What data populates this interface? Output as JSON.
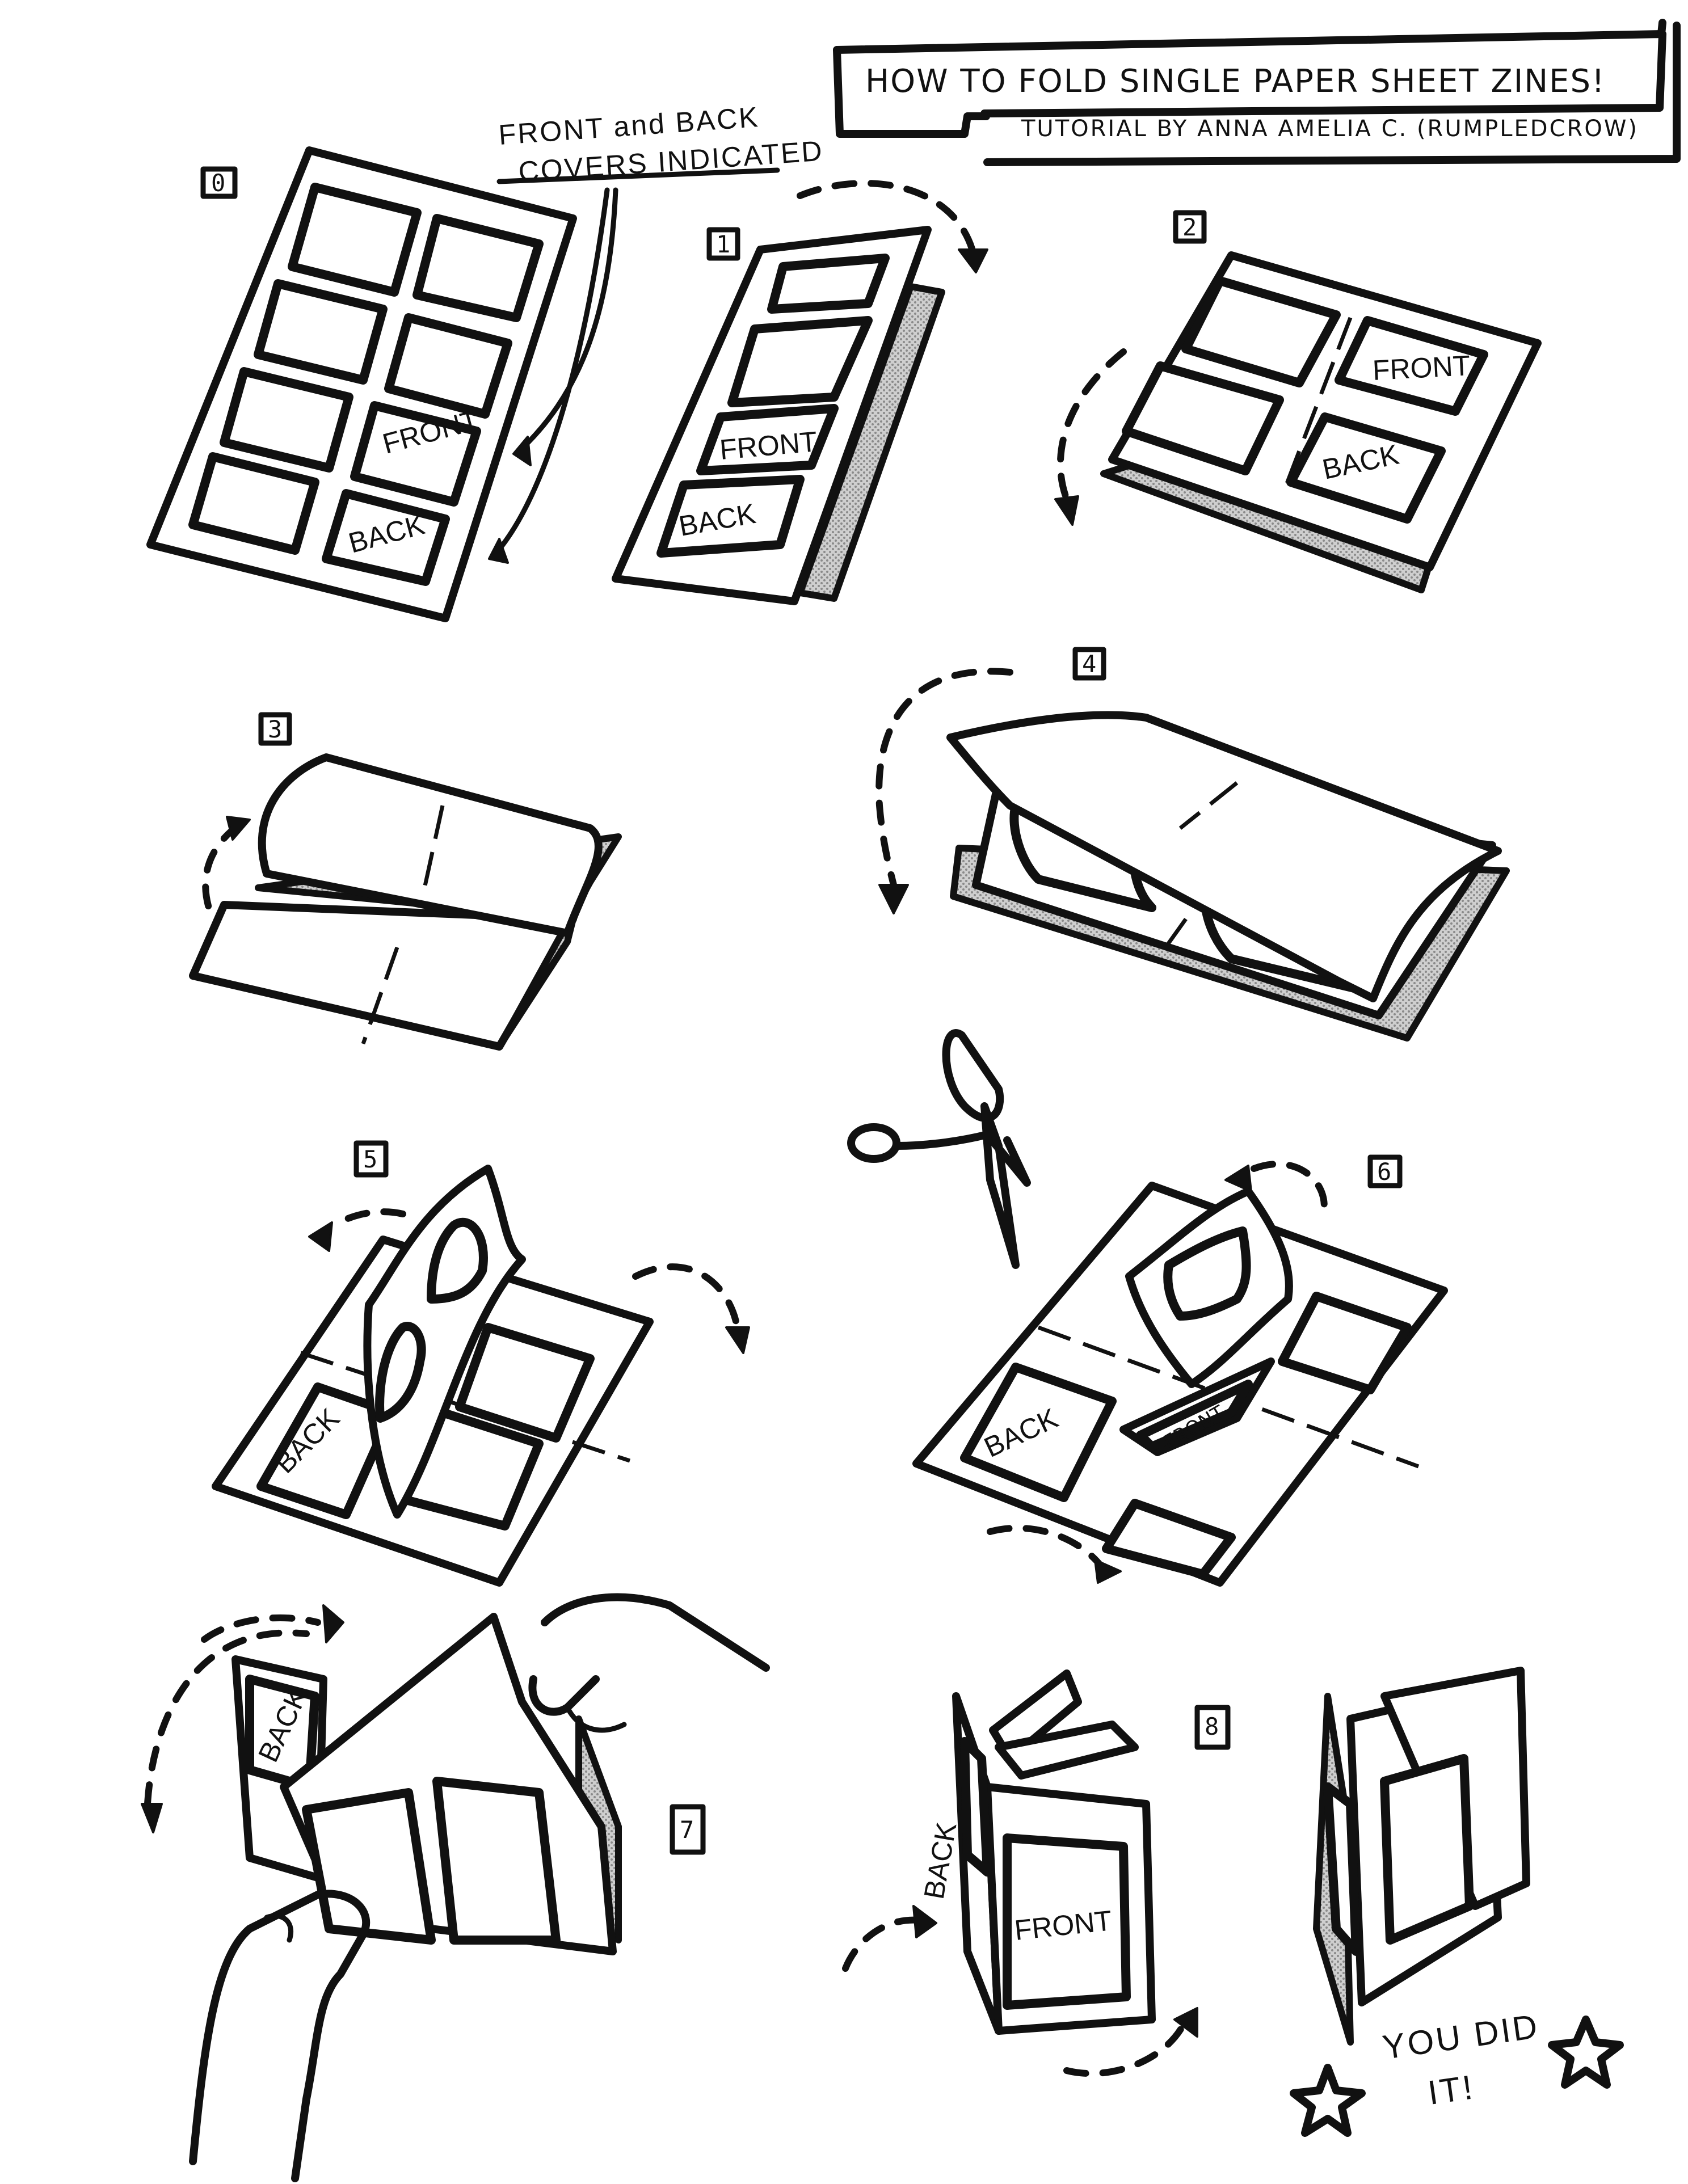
{
  "title": {
    "main": "HOW TO FOLD SINGLE PAPER SHEET ZINES!",
    "credit": "TUTORIAL BY ANNA AMELIA C. (RUMPLEDCROW)"
  },
  "note": {
    "line1": "FRONT and BACK",
    "line2": "COVERS INDICATED"
  },
  "labels": {
    "front": "FRONT",
    "back": "BACK",
    "back_short": "BACK",
    "front_small": "FRONT"
  },
  "steps": [
    "0",
    "1",
    "2",
    "3",
    "4",
    "5",
    "6",
    "7",
    "8"
  ],
  "finish": {
    "line1": "YOU DID",
    "line2": "IT!"
  }
}
